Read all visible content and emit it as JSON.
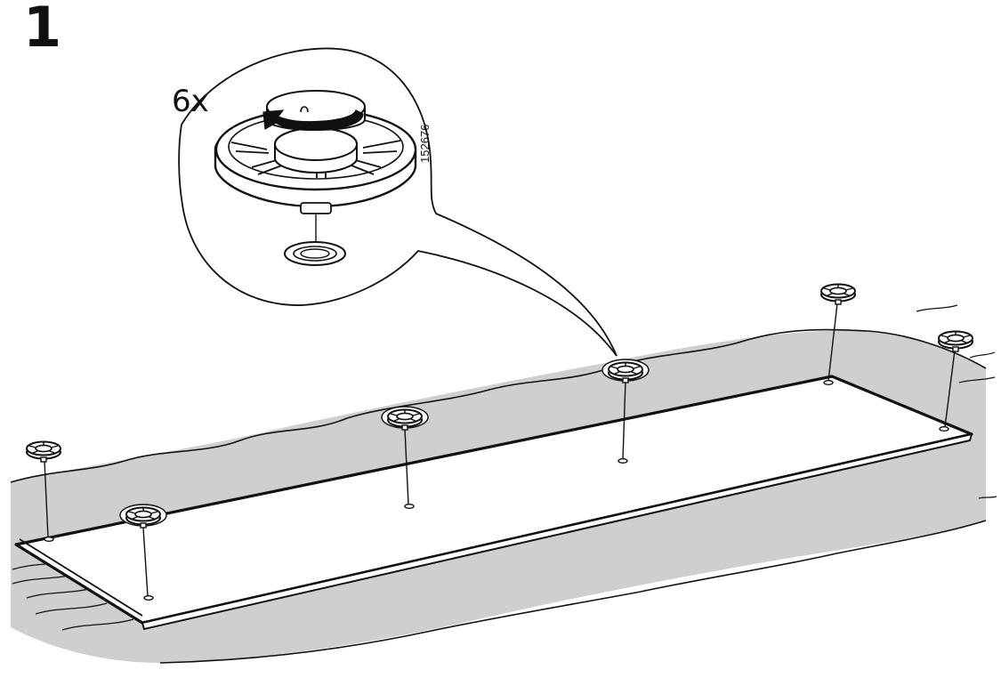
{
  "step": {
    "number": "1"
  },
  "detail": {
    "quantity": "6x",
    "part_number": "152676"
  },
  "colors": {
    "floor": "#cfcfcf",
    "line": "#111111",
    "panel": "#ffffff"
  },
  "parts": {
    "foot_count": 6,
    "foot_name": "screw-in-foot"
  }
}
